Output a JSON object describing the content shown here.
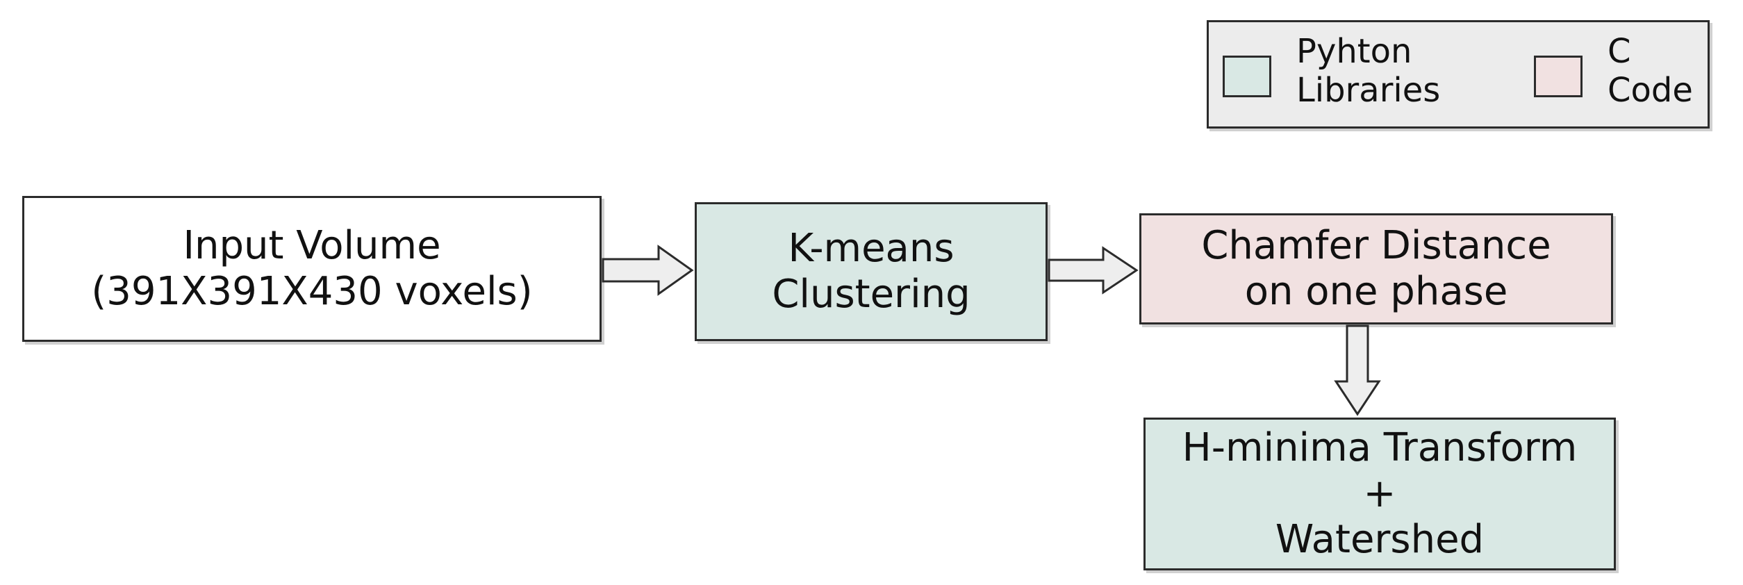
{
  "colors": {
    "python_fill": "#d9e8e4",
    "c_fill": "#f1e1e1",
    "input_fill": "#ffffff",
    "legend_fill": "#ececec",
    "arrow_fill": "#eeeeee",
    "border": "#2b2b2b"
  },
  "legend": {
    "python": {
      "line1": "Pyhton",
      "line2": "Libraries"
    },
    "c": {
      "line1": "C",
      "line2": "Code"
    }
  },
  "nodes": {
    "input": {
      "line1": "Input Volume",
      "line2": "(391X391X430 voxels)"
    },
    "kmeans": {
      "line1": "K-means",
      "line2": "Clustering"
    },
    "chamfer": {
      "line1": "Chamfer Distance",
      "line2": "on one phase"
    },
    "hminima": {
      "line1": "H-minima Transform",
      "line2": "+",
      "line3": "Watershed"
    }
  }
}
